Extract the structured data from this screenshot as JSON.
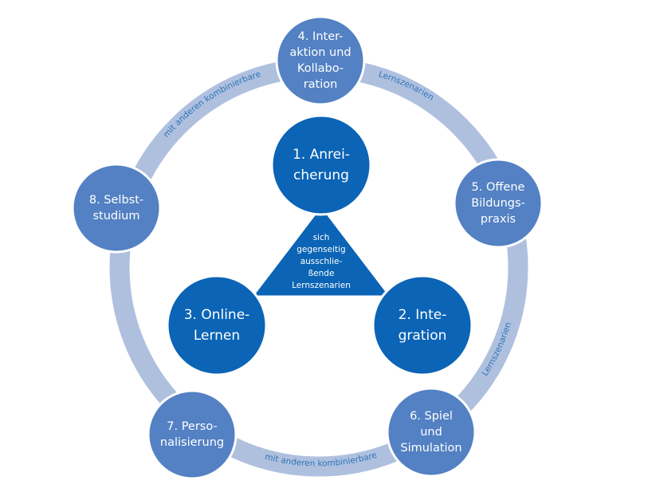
{
  "colors": {
    "ring": "#AFC0DF",
    "outer_node": "#5381C3",
    "inner_node": "#0B64B5",
    "triangle": "#0B64B5",
    "ring_label": "#2E75B6",
    "node_text": "#FFFFFF"
  },
  "center": {
    "triangle_lines": [
      "sich",
      "gegenseitig",
      "ausschlie-",
      "ßende",
      "Lernszenarien"
    ]
  },
  "inner_nodes": [
    {
      "id": "anreicherung",
      "lines": [
        "1. Anrei-",
        "cherung"
      ]
    },
    {
      "id": "integration",
      "lines": [
        "2. Inte-",
        "gration"
      ]
    },
    {
      "id": "online-lernen",
      "lines": [
        "3. Online-",
        "Lernen"
      ]
    }
  ],
  "outer_nodes": [
    {
      "id": "interaktion-kollaboration",
      "lines": [
        "4. Inter-",
        "aktion und",
        "Kollabo-",
        "ration"
      ]
    },
    {
      "id": "offene-bildungspraxis",
      "lines": [
        "5. Offene",
        "Bildungs-",
        "praxis"
      ]
    },
    {
      "id": "spiel-simulation",
      "lines": [
        "6. Spiel",
        "und",
        "Simulation"
      ]
    },
    {
      "id": "personalisierung",
      "lines": [
        "7. Perso-",
        "nalisierung"
      ]
    },
    {
      "id": "selbststudium",
      "lines": [
        "8. Selbst-",
        "studium"
      ]
    }
  ],
  "ring_labels": [
    {
      "id": "top-left",
      "text": "mit anderen kombinierbare"
    },
    {
      "id": "top-right",
      "text": "Lernszenarien"
    },
    {
      "id": "bottom",
      "text": "mit anderen kombinierbare"
    },
    {
      "id": "right",
      "text": "Lernszenarien"
    }
  ]
}
